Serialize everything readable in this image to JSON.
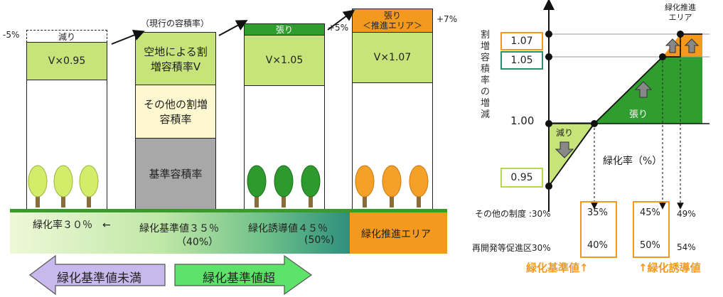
{
  "left": {
    "current_ratio_caption": "（現行の容積率）",
    "col1": {
      "delta": "-5%",
      "band": "減り",
      "value": "V×0.95"
    },
    "col2": {
      "top": "空地による割増容積率V",
      "middle": "その他の割増容積率",
      "bottom": "基準容積率"
    },
    "col3": {
      "band": "張り",
      "delta": "+5%",
      "value": "V×1.05"
    },
    "col4": {
      "band_line1": "張り",
      "band_line2": "＜推進エリア＞",
      "delta": "+7%",
      "value": "V×1.07"
    },
    "bar": {
      "seg1": "緑化率３０％　←",
      "seg2_line1": "緑化基準値３５％",
      "seg2_line2": "（40%）",
      "seg3_line1": "緑化誘導値４５％",
      "seg3_line2": "(50%)",
      "seg4": "緑化推進エリア"
    },
    "arrow_left": "緑化基準値未満",
    "arrow_right": "緑化基準値超"
  },
  "right": {
    "y_axis_label": "割増容積率の増減",
    "x_axis_label": "緑化率（%）",
    "corner_label_line1": "緑化推進",
    "corner_label_line2": "エリア",
    "y_1_07": "1.07",
    "y_1_05": "1.05",
    "y_1_00": "1.00",
    "y_0_95": "0.95",
    "region_decrease": "減り",
    "region_increase": "張り",
    "rows": [
      {
        "label": "その他の制度 :30%",
        "v1": "35%",
        "v2": "45%",
        "v3": "49%"
      },
      {
        "label": "再開発等促進区30%",
        "v1": "40%",
        "v2": "50%",
        "v3": "54%"
      }
    ],
    "bottom_left": "緑化基準値↑",
    "bottom_right": "↑緑化誘導値"
  },
  "chart_data": {
    "type": "line",
    "title": "",
    "xlabel": "緑化率（%）",
    "ylabel": "割増容積率の増減",
    "series": [
      {
        "values": [
          [
            30,
            0.95
          ],
          [
            35,
            1.0
          ],
          [
            40,
            1.02
          ],
          [
            45,
            1.05
          ],
          [
            49,
            1.05
          ],
          [
            49,
            1.07
          ],
          [
            54,
            1.07
          ]
        ]
      }
    ],
    "y_ticks": [
      "0.95",
      "1.00",
      "1.05",
      "1.07"
    ],
    "regions": [
      "減り",
      "張り"
    ]
  }
}
